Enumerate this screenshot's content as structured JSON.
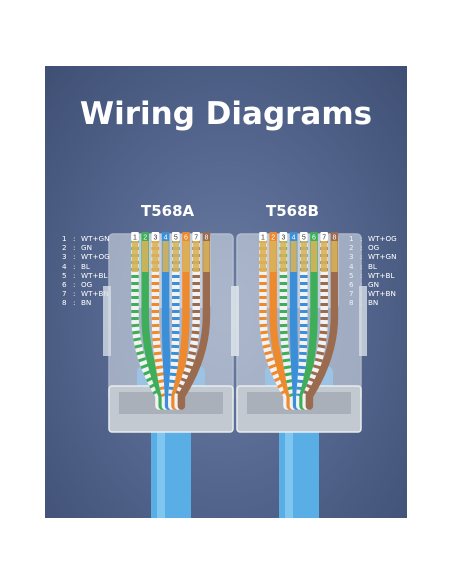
{
  "title": "Wiring Diagrams",
  "standards": [
    {
      "name": "T568A",
      "pins": [
        {
          "num": "1",
          "code": "WT+GN"
        },
        {
          "num": "2",
          "code": "GN"
        },
        {
          "num": "3",
          "code": "WT+OG"
        },
        {
          "num": "4",
          "code": "BL"
        },
        {
          "num": "5",
          "code": "WT+BL"
        },
        {
          "num": "6",
          "code": "OG"
        },
        {
          "num": "7",
          "code": "WT+BN"
        },
        {
          "num": "8",
          "code": "BN"
        }
      ]
    },
    {
      "name": "T568B",
      "pins": [
        {
          "num": "1",
          "code": "WT+OG"
        },
        {
          "num": "2",
          "code": "OG"
        },
        {
          "num": "3",
          "code": "WT+GN"
        },
        {
          "num": "4",
          "code": "BL"
        },
        {
          "num": "5",
          "code": "WT+BL"
        },
        {
          "num": "6",
          "code": "GN"
        },
        {
          "num": "7",
          "code": "WT+BN"
        },
        {
          "num": "8",
          "code": "BN"
        }
      ]
    }
  ],
  "colors": {
    "panel_background": "#566890",
    "cable": "#5aaee6",
    "green": "#3fae5a",
    "orange": "#ee8a2e",
    "blue": "#3b8fd8",
    "brown": "#9a6b4e",
    "white": "#f2f2f2"
  }
}
